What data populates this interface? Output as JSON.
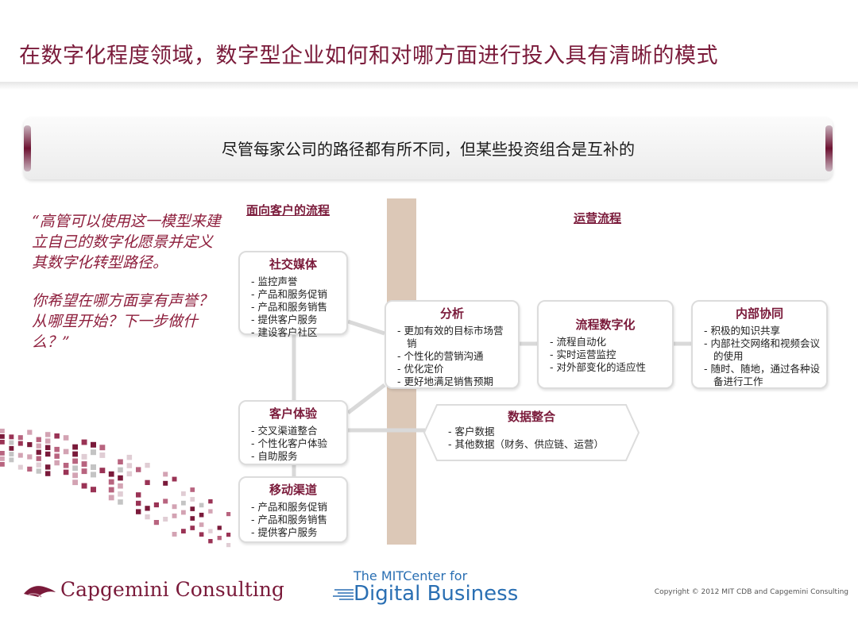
{
  "title": "在数字化程度领域，数字型企业如何和对哪方面进行投入具有清晰的模式",
  "banner": "尽管每家公司的路径都有所不同，但某些投资组合是互补的",
  "quote": {
    "p1": "“高管可以使用这一模型来建立自己的数字化愿景并定义其数字化转型路径。",
    "p2": "你希望在哪方面享有声誉？从哪里开始？下一步做什么？”"
  },
  "sections": {
    "customer": "面向客户的流程",
    "operations": "运营流程"
  },
  "boxes": {
    "social": {
      "title": "社交媒体",
      "items": [
        "监控声誉",
        "产品和服务促销",
        "产品和服务销售",
        "提供客户服务",
        "建设客户社区"
      ]
    },
    "experience": {
      "title": "客户体验",
      "items": [
        "交叉渠道整合",
        "个性化客户体验",
        "自助服务"
      ]
    },
    "mobile": {
      "title": "移动渠道",
      "items": [
        "产品和服务促销",
        "产品和服务销售",
        "提供客户服务"
      ]
    },
    "analysis": {
      "title": "分析",
      "items": [
        "更加有效的目标市场营销",
        "个性化的营销沟通",
        "优化定价",
        "更好地满足销售预期"
      ]
    },
    "process": {
      "title": "流程数字化",
      "items": [
        "流程自动化",
        "实时运营监控",
        "对外部变化的适应性"
      ]
    },
    "internal": {
      "title": "内部协同",
      "items": [
        "积极的知识共享",
        "内部社交网络和视频会议的使用",
        "随时、随地，通过各种设备进行工作"
      ]
    },
    "data": {
      "title": "数据整合",
      "items": [
        "客户数据",
        "其他数据（财务、供应链、运营）"
      ]
    }
  },
  "footer": {
    "capgemini": "Capgemini Consulting",
    "mit_line1": "The MITCenter for",
    "mit_line2": "Digital Business",
    "copyright": "Copyright © 2012 MIT CDB and Capgemini Consulting"
  },
  "colors": {
    "accent": "#7a1a3a",
    "band": "#dcc8b7",
    "connector": "#d9d9d9",
    "mit_blue": "#2a6fb3"
  }
}
